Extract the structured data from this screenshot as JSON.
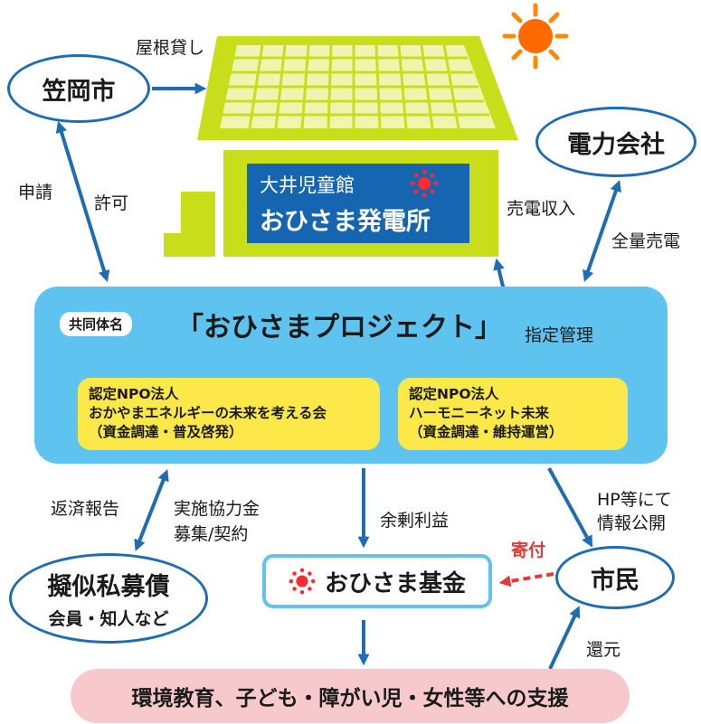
{
  "nodes": {
    "kasaoka": "笠岡市",
    "power_company": "電力会社",
    "plant_line1": "大井児童館",
    "plant_line2": "おひさま発電所",
    "consortium_tag": "共同体名",
    "project_name": "「おひさまプロジェクト」",
    "org1": {
      "line1": "認定NPO法人",
      "line2": "おかやまエネルギーの未来を考える会",
      "line3": "（資金調達・普及啓発）"
    },
    "org2": {
      "line1": "認定NPO法人",
      "line2": "ハーモニーネット未来",
      "line3": "（資金調達・維持運営）"
    },
    "bond_title": "擬似私募債",
    "bond_sub": "会員・知人など",
    "fund": "おひさま基金",
    "citizens": "市民",
    "support": "環境教育、子ども・障がい児・女性等への支援"
  },
  "edges": {
    "roof_rental": "屋根貸し",
    "application": "申請",
    "permission": "許可",
    "sales_income": "売電収入",
    "full_sale": "全量売電",
    "designated_management": "指定管理",
    "repayment_report": "返済報告",
    "cooperation_line1": "実施協力金",
    "cooperation_line2": "募集/契約",
    "surplus": "余剰利益",
    "hp_line1": "HP等にて",
    "hp_line2": "情報公開",
    "donation": "寄付",
    "return": "還元"
  },
  "colors": {
    "blue_line": "#1e6db3",
    "project_bg": "#5fc3ef",
    "org_bg": "#fde84a",
    "roof": "#c9de1b",
    "sign": "#1565b0",
    "support_bg": "#f7c9cc",
    "donation_red": "#e23a3a",
    "sun": "#ff6a00"
  }
}
